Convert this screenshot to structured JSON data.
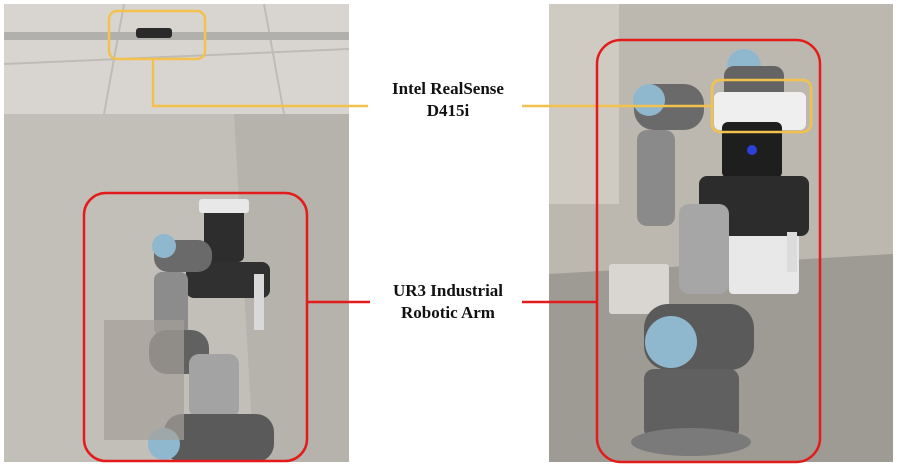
{
  "labels": {
    "camera_line1": "Intel RealSense",
    "camera_line2": "D415i",
    "arm_line1": "UR3 Industrial",
    "arm_line2": "Robotic Arm"
  },
  "colors": {
    "camera_highlight": "#f2c14e",
    "arm_highlight": "#e31b1b",
    "robot_joint_blue": "#8fb8cf",
    "robot_body_grey": "#5a5a5a"
  }
}
